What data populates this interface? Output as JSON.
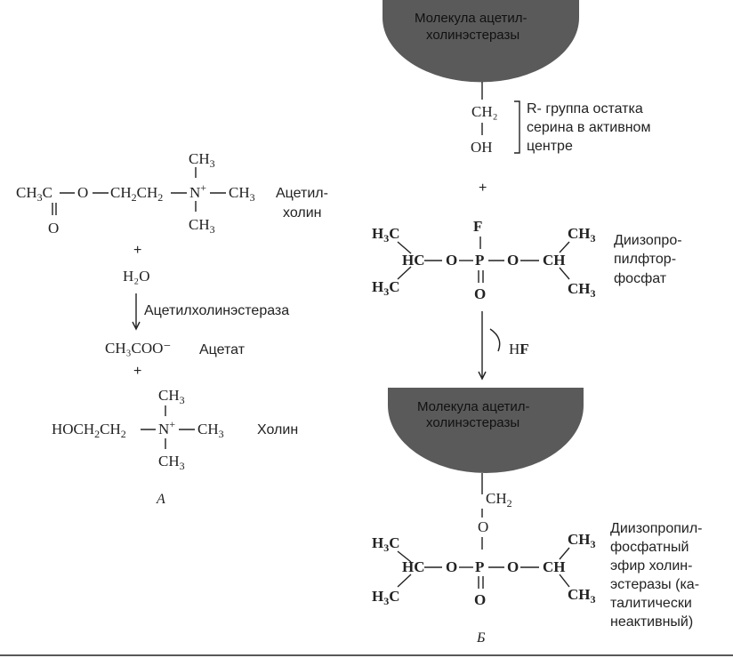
{
  "panel_a": {
    "acetylcholine_name_1": "Ацетил-",
    "acetylcholine_name_2": "холин",
    "plus_1": "+",
    "water": "H₂O",
    "enzyme_arrow_label": "Ацетилхолинэстераза",
    "acetate_formula": "CH₃COO⁻",
    "acetate_name": "Ацетат",
    "plus_2": "+",
    "choline_name": "Холин",
    "panel_letter": "А"
  },
  "panel_b": {
    "enzyme_top_line_1": "Молекула ацетил-",
    "enzyme_top_line_2": "холинэстеразы",
    "serine_ch2": "CH₂",
    "serine_oh": "OH",
    "serine_note_1": "R- группа остатка",
    "serine_note_2": "серина в активном",
    "serine_note_3": "центре",
    "plus": "+",
    "dfp_name_1": "Диизопро-",
    "dfp_name_2": "пилфтор-",
    "dfp_name_3": "фосфат",
    "byproduct": "HF",
    "enzyme_bottom_line_1": "Молекула ацетил-",
    "enzyme_bottom_line_2": "холинэстеразы",
    "product_name_1": "Диизопропил-",
    "product_name_2": "фосфатный",
    "product_name_3": "эфир холин-",
    "product_name_4": "эстеразы (ка-",
    "product_name_5": "талитически",
    "product_name_6": "неактивный)",
    "panel_letter": "Б"
  },
  "colors": {
    "enzyme_fill": "#5a5a5a",
    "ink": "#222222"
  }
}
